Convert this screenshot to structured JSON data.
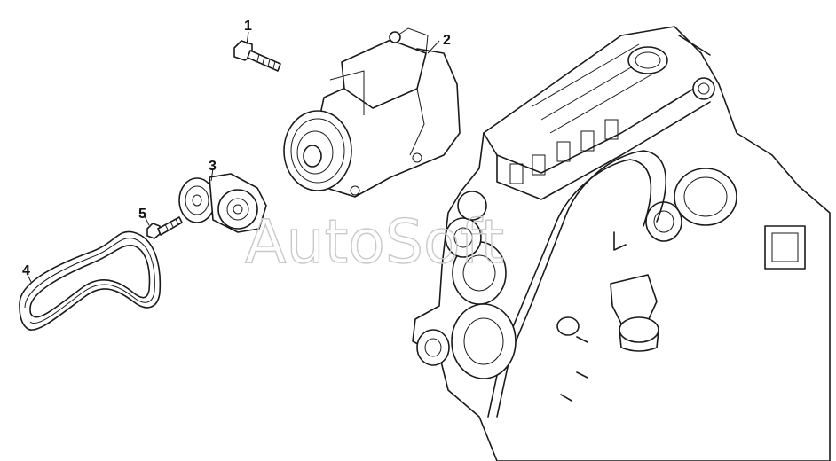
{
  "diagram": {
    "watermark": "AutoSoft",
    "callouts": [
      {
        "id": "1",
        "text": "1",
        "part": "bolt"
      },
      {
        "id": "2",
        "text": "2",
        "part": "ac-compressor"
      },
      {
        "id": "3",
        "text": "3",
        "part": "belt-tensioner"
      },
      {
        "id": "4",
        "text": "4",
        "part": "poly-v-belt"
      },
      {
        "id": "5",
        "text": "5",
        "part": "tensioner-bolt"
      }
    ],
    "colors": {
      "line": "#1a1a1a",
      "background": "#ffffff",
      "watermark": "#c9c9c9"
    }
  }
}
